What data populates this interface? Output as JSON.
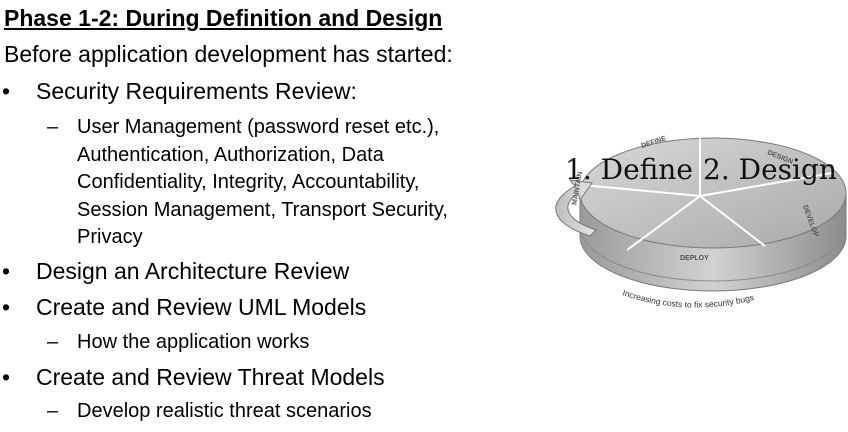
{
  "slide": {
    "title": "Phase 1-2: During Definition and Design",
    "intro": "Before application development has started:",
    "bullets": [
      {
        "text": "Security Requirements Review:",
        "sub": [
          "User Management (password reset etc.),\nAuthentication, Authorization, Data\nConfidentiality, Integrity, Accountability,\nSession Management, Transport Security,\nPrivacy"
        ]
      },
      {
        "text": "Design an Architecture Review",
        "sub": []
      },
      {
        "text": "Create and Review UML Models",
        "sub": [
          "How the application works"
        ]
      },
      {
        "text": "Create and Review Threat Models",
        "sub": [
          "Develop realistic threat scenarios"
        ]
      }
    ],
    "bullet_marker": "•",
    "sub_marker": "–"
  },
  "diagram": {
    "segment_labels": [
      "DEFINE",
      "DESIGN",
      "DEVELOP",
      "DEPLOY",
      "MAINTAIN"
    ],
    "caption": "Increasing costs to fix security bugs",
    "overlay": {
      "define": "1. Define",
      "design": "2. Design"
    }
  }
}
